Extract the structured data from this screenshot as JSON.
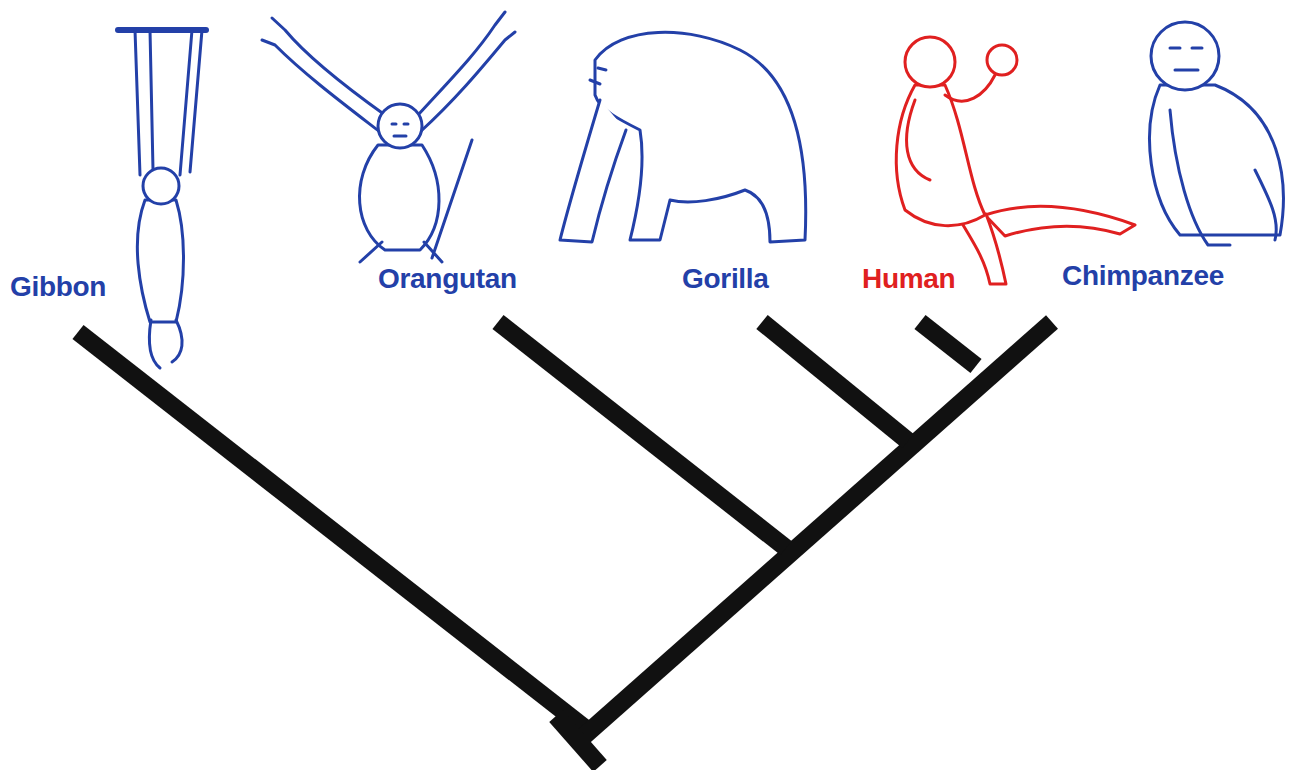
{
  "diagram": {
    "labels": [
      "Gibbon",
      "Orangutan",
      "Gorilla",
      "Human",
      "Chimpanzee"
    ]
  }
}
